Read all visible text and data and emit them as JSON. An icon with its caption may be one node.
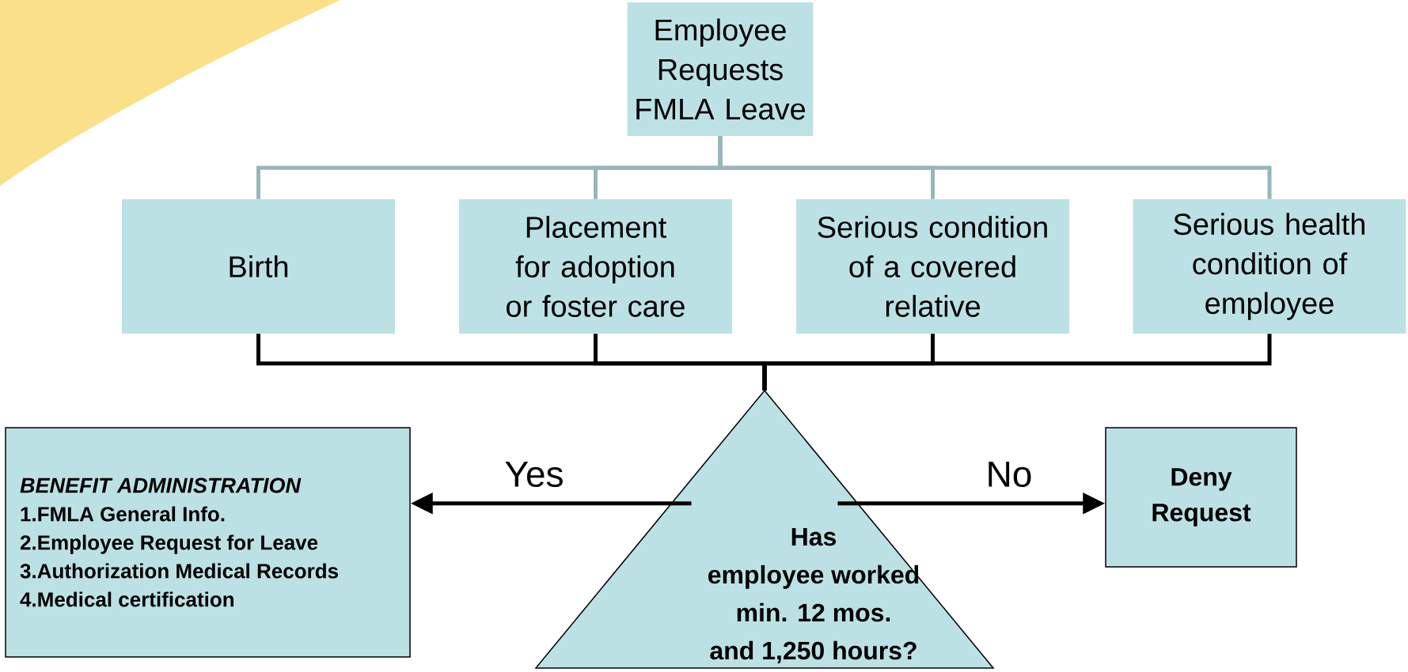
{
  "diagram": {
    "nodes": [
      {
        "text": [
          "Employee Requests FMLA Leave"
        ]
      },
      {
        "text": [
          "Birth"
        ]
      },
      {
        "text": [
          "Placement for adoption or foster care"
        ]
      },
      {
        "text": [
          "Serious condition of a covered relative"
        ]
      },
      {
        "text": [
          "Serious health condition of employee"
        ]
      },
      {
        "text": [
          "Has employee worked min. 12 mos. and 1,250 hours?"
        ]
      },
      {
        "text": [
          "BENEFIT ADMINISTRATION",
          "1.FMLA General Info.",
          "2.Employee Request for Leave",
          "3.Authorization Medical Records",
          "4.Medical certification"
        ]
      },
      {
        "text": [
          "Deny Request"
        ]
      }
    ],
    "edges": [
      {
        "from": 0,
        "to": 1,
        "arrow": "none",
        "color": "#97b5ba"
      },
      {
        "from": 0,
        "to": 2,
        "arrow": "none",
        "color": "#97b5ba"
      },
      {
        "from": 0,
        "to": 3,
        "arrow": "none",
        "color": "#97b5ba"
      },
      {
        "from": 0,
        "to": 4,
        "arrow": "none",
        "color": "#97b5ba"
      },
      {
        "from": 1,
        "to": 5,
        "arrow": "none"
      },
      {
        "from": 2,
        "to": 5,
        "arrow": "none"
      },
      {
        "from": 3,
        "to": 5,
        "arrow": "none"
      },
      {
        "from": 4,
        "to": 5,
        "arrow": "none"
      },
      {
        "from": 5,
        "to": 6,
        "arrow": "to",
        "label": "Yes"
      },
      {
        "from": 5,
        "to": 7,
        "arrow": "to",
        "label": "No"
      }
    ]
  }
}
